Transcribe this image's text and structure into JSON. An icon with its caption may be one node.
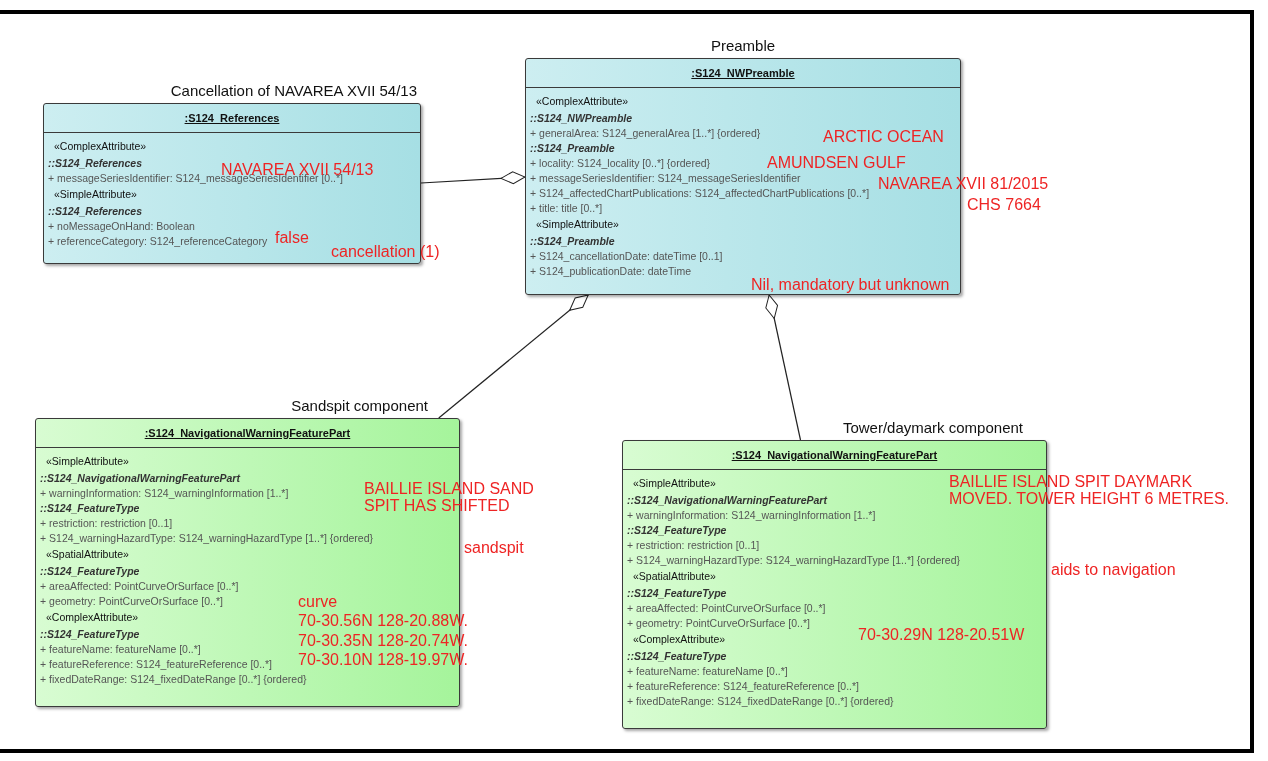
{
  "diagram": {
    "nodes": [
      {
        "text": [
          "Cancellation of NAVAREA XVII 54/13",
          ":S124_References",
          "«ComplexAttribute»",
          "::S124_References",
          "+ messageSeriesIdentifier: S124_messageSeriesIdentifier [0..*]",
          "«SimpleAttribute»",
          "::S124_References",
          "+ noMessageOnHand: Boolean",
          "+ referenceCategory: S124_referenceCategory",
          "NAVAREA XVII 54/13",
          "false",
          "cancellation (1)"
        ]
      },
      {
        "text": [
          "Preamble",
          ":S124_NWPreamble",
          "«ComplexAttribute»",
          "::S124_NWPreamble",
          "+ generalArea: S124_generalArea [1..*] {ordered}",
          "::S124_Preamble",
          "+ locality: S124_locality [0..*] {ordered}",
          "+ messageSeriesIdentifier: S124_messageSeriesIdentifier",
          "+ S124_affectedChartPublications: S124_affectedChartPublications [0..*]",
          "+ title: title [0..*]",
          "«SimpleAttribute»",
          "::S124_Preamble",
          "+ S124_cancellationDate: dateTime [0..1]",
          "+ S124_publicationDate: dateTime",
          "ARCTIC OCEAN",
          "AMUNDSEN GULF",
          "NAVAREA XVII 81/2015",
          "CHS 7664",
          "Nil, mandatory but unknown"
        ]
      },
      {
        "text": [
          "Sandspit component",
          ":S124_NavigationalWarningFeaturePart",
          "«SimpleAttribute»",
          "::S124_NavigationalWarningFeaturePart",
          "+ warningInformation: S124_warningInformation [1..*]",
          "::S124_FeatureType",
          "+ restriction: restriction [0..1]",
          "+ S124_warningHazardType: S124_warningHazardType [1..*] {ordered}",
          "«SpatialAttribute»",
          "::S124_FeatureType",
          "+ areaAffected: PointCurveOrSurface [0..*]",
          "+ geometry: PointCurveOrSurface [0..*]",
          "«ComplexAttribute»",
          "::S124_FeatureType",
          "+ featureName: featureName [0..*]",
          "+ featureReference: S124_featureReference [0..*]",
          "+ fixedDateRange: S124_fixedDateRange [0..*] {ordered}",
          "BAILLIE ISLAND SAND SPIT HAS SHIFTED",
          "sandspit",
          "curve",
          "70-30.56N 128-20.88W.",
          "70-30.35N 128-20.74W.",
          "70-30.10N 128-19.97W."
        ]
      },
      {
        "text": [
          "Tower/daymark component",
          ":S124_NavigationalWarningFeaturePart",
          "«SimpleAttribute»",
          "::S124_NavigationalWarningFeaturePart",
          "+ warningInformation: S124_warningInformation [1..*]",
          "::S124_FeatureType",
          "+ restriction: restriction [0..1]",
          "+ S124_warningHazardType: S124_warningHazardType [1..*] {ordered}",
          "«SpatialAttribute»",
          "::S124_FeatureType",
          "+ areaAffected: PointCurveOrSurface [0..*]",
          "+ geometry: PointCurveOrSurface [0..*]",
          "«ComplexAttribute»",
          "::S124_FeatureType",
          "+ featureName: featureName [0..*]",
          "+ featureReference: S124_featureReference [0..*]",
          "+ fixedDateRange: S124_fixedDateRange [0..*] {ordered}",
          "BAILLIE ISLAND SPIT DAYMARK MOVED. TOWER HEIGHT 6 METRES.",
          "aids to navigation",
          "70-30.29N 128-20.51W"
        ]
      }
    ],
    "edges": [
      {
        "from": 0,
        "to": 1,
        "arrow": "other"
      },
      {
        "from": 2,
        "to": 1,
        "arrow": "other"
      },
      {
        "from": 3,
        "to": 1,
        "arrow": "other"
      }
    ]
  }
}
